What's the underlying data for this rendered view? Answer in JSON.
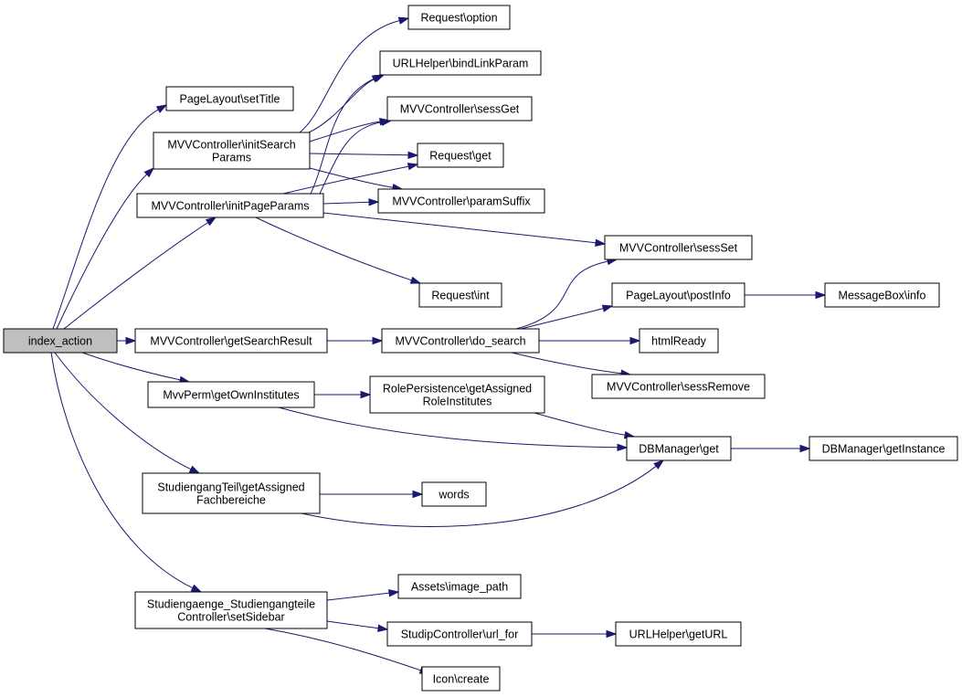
{
  "colors": {
    "edge": "#191970",
    "root_fill": "#bfbfbf",
    "node_fill": "#ffffff"
  },
  "nodes": {
    "index_action": [
      "index_action"
    ],
    "set_title": [
      "PageLayout\\setTitle"
    ],
    "init_search_params": [
      "MVVController\\initSearch",
      "Params"
    ],
    "init_page_params": [
      "MVVController\\initPageParams"
    ],
    "get_search_result": [
      "MVVController\\getSearchResult"
    ],
    "get_own_institutes": [
      "MvvPerm\\getOwnInstitutes"
    ],
    "get_assigned_fachbereiche": [
      "StudiengangTeil\\getAssigned",
      "Fachbereiche"
    ],
    "set_sidebar": [
      "Studiengaenge_Studiengangteile",
      "Controller\\setSidebar"
    ],
    "request_option": [
      "Request\\option"
    ],
    "bind_link_param": [
      "URLHelper\\bindLinkParam"
    ],
    "sess_get": [
      "MVVController\\sessGet"
    ],
    "request_get": [
      "Request\\get"
    ],
    "param_suffix": [
      "MVVController\\paramSuffix"
    ],
    "sess_set": [
      "MVVController\\sessSet"
    ],
    "request_int": [
      "Request\\int"
    ],
    "do_search": [
      "MVVController\\do_search"
    ],
    "post_info": [
      "PageLayout\\postInfo"
    ],
    "message_box_info": [
      "MessageBox\\info"
    ],
    "html_ready": [
      "htmlReady"
    ],
    "sess_remove": [
      "MVVController\\sessRemove"
    ],
    "get_assigned_role_institutes": [
      "RolePersistence\\getAssigned",
      "RoleInstitutes"
    ],
    "db_get": [
      "DBManager\\get"
    ],
    "db_get_instance": [
      "DBManager\\getInstance"
    ],
    "words": [
      "words"
    ],
    "image_path": [
      "Assets\\image_path"
    ],
    "url_for": [
      "StudipController\\url_for"
    ],
    "get_url": [
      "URLHelper\\getURL"
    ],
    "icon_create": [
      "Icon\\create"
    ]
  },
  "edges": [
    [
      "index_action",
      "set_title"
    ],
    [
      "index_action",
      "init_search_params"
    ],
    [
      "index_action",
      "init_page_params"
    ],
    [
      "index_action",
      "get_search_result"
    ],
    [
      "index_action",
      "get_own_institutes"
    ],
    [
      "index_action",
      "get_assigned_fachbereiche"
    ],
    [
      "index_action",
      "set_sidebar"
    ],
    [
      "init_search_params",
      "request_option"
    ],
    [
      "init_search_params",
      "bind_link_param"
    ],
    [
      "init_search_params",
      "sess_get"
    ],
    [
      "init_search_params",
      "request_get"
    ],
    [
      "init_search_params",
      "param_suffix"
    ],
    [
      "init_page_params",
      "bind_link_param"
    ],
    [
      "init_page_params",
      "sess_get"
    ],
    [
      "init_page_params",
      "request_get"
    ],
    [
      "init_page_params",
      "param_suffix"
    ],
    [
      "init_page_params",
      "sess_set"
    ],
    [
      "init_page_params",
      "request_int"
    ],
    [
      "get_search_result",
      "do_search"
    ],
    [
      "do_search",
      "sess_set"
    ],
    [
      "do_search",
      "post_info"
    ],
    [
      "do_search",
      "html_ready"
    ],
    [
      "do_search",
      "sess_remove"
    ],
    [
      "post_info",
      "message_box_info"
    ],
    [
      "get_own_institutes",
      "get_assigned_role_institutes"
    ],
    [
      "get_own_institutes",
      "db_get"
    ],
    [
      "get_assigned_role_institutes",
      "db_get"
    ],
    [
      "db_get",
      "db_get_instance"
    ],
    [
      "get_assigned_fachbereiche",
      "words"
    ],
    [
      "get_assigned_fachbereiche",
      "db_get"
    ],
    [
      "set_sidebar",
      "image_path"
    ],
    [
      "set_sidebar",
      "url_for"
    ],
    [
      "set_sidebar",
      "icon_create"
    ],
    [
      "url_for",
      "get_url"
    ]
  ]
}
